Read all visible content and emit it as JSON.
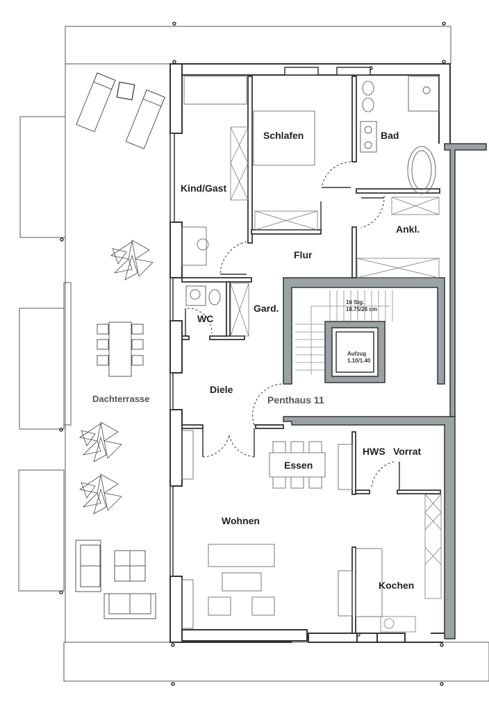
{
  "plan": {
    "title": "Penthaus 11",
    "rooms": {
      "schlafen": "Schlafen",
      "bad": "Bad",
      "kind_gast": "Kind/Gast",
      "ankl": "Ankl.",
      "flur": "Flur",
      "gard": "Gard.",
      "wc": "WC",
      "diele": "Diele",
      "dachterrasse": "Dachterrasse",
      "essen": "Essen",
      "hws": "HWS",
      "vorrat": "Vorrat",
      "wohnen": "Wohnen",
      "kochen": "Kochen"
    },
    "stairs": {
      "steps": "16 Stg.",
      "dimensions": "18.75/26 cm"
    },
    "elevator": {
      "label": "Aufzug",
      "size": "1.10/1.40"
    },
    "colors": {
      "wall": "#333333",
      "concrete_fill": "#9aa3a3",
      "line": "#555555",
      "background": "#ffffff"
    }
  }
}
